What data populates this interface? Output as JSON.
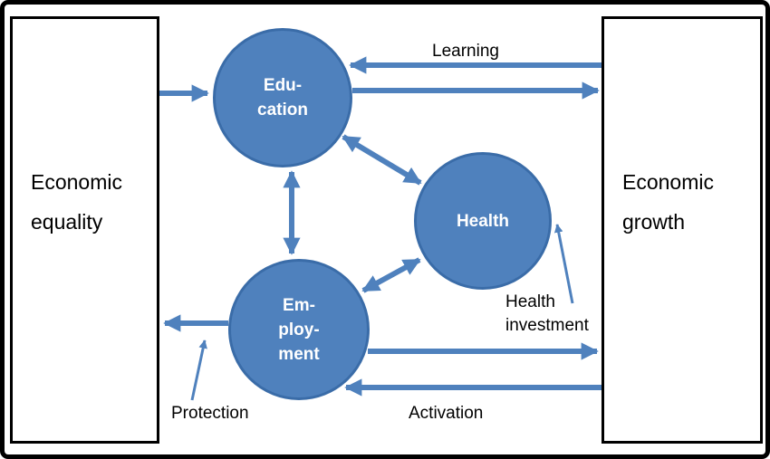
{
  "diagram": {
    "boxes": {
      "equality": {
        "line1": "Economic",
        "line2": "equality"
      },
      "growth": {
        "line1": "Economic",
        "line2": "growth"
      }
    },
    "nodes": {
      "education": {
        "line1": "Edu-",
        "line2": "cation"
      },
      "health": {
        "label": "Health"
      },
      "employment": {
        "line1": "Em-",
        "line2": "ploy-",
        "line3": "ment"
      }
    },
    "arrow_labels": {
      "learning": "Learning",
      "health_investment": {
        "line1": "Health",
        "line2": "investment"
      },
      "protection": "Protection",
      "activation": "Activation"
    },
    "colors": {
      "node_fill": "#4f81bd",
      "node_border": "#3a6ca8",
      "arrow": "#4f81bd",
      "node_text": "#ffffff",
      "label_text": "#000000",
      "background": "#ffffff",
      "frame_border": "#000000"
    }
  }
}
